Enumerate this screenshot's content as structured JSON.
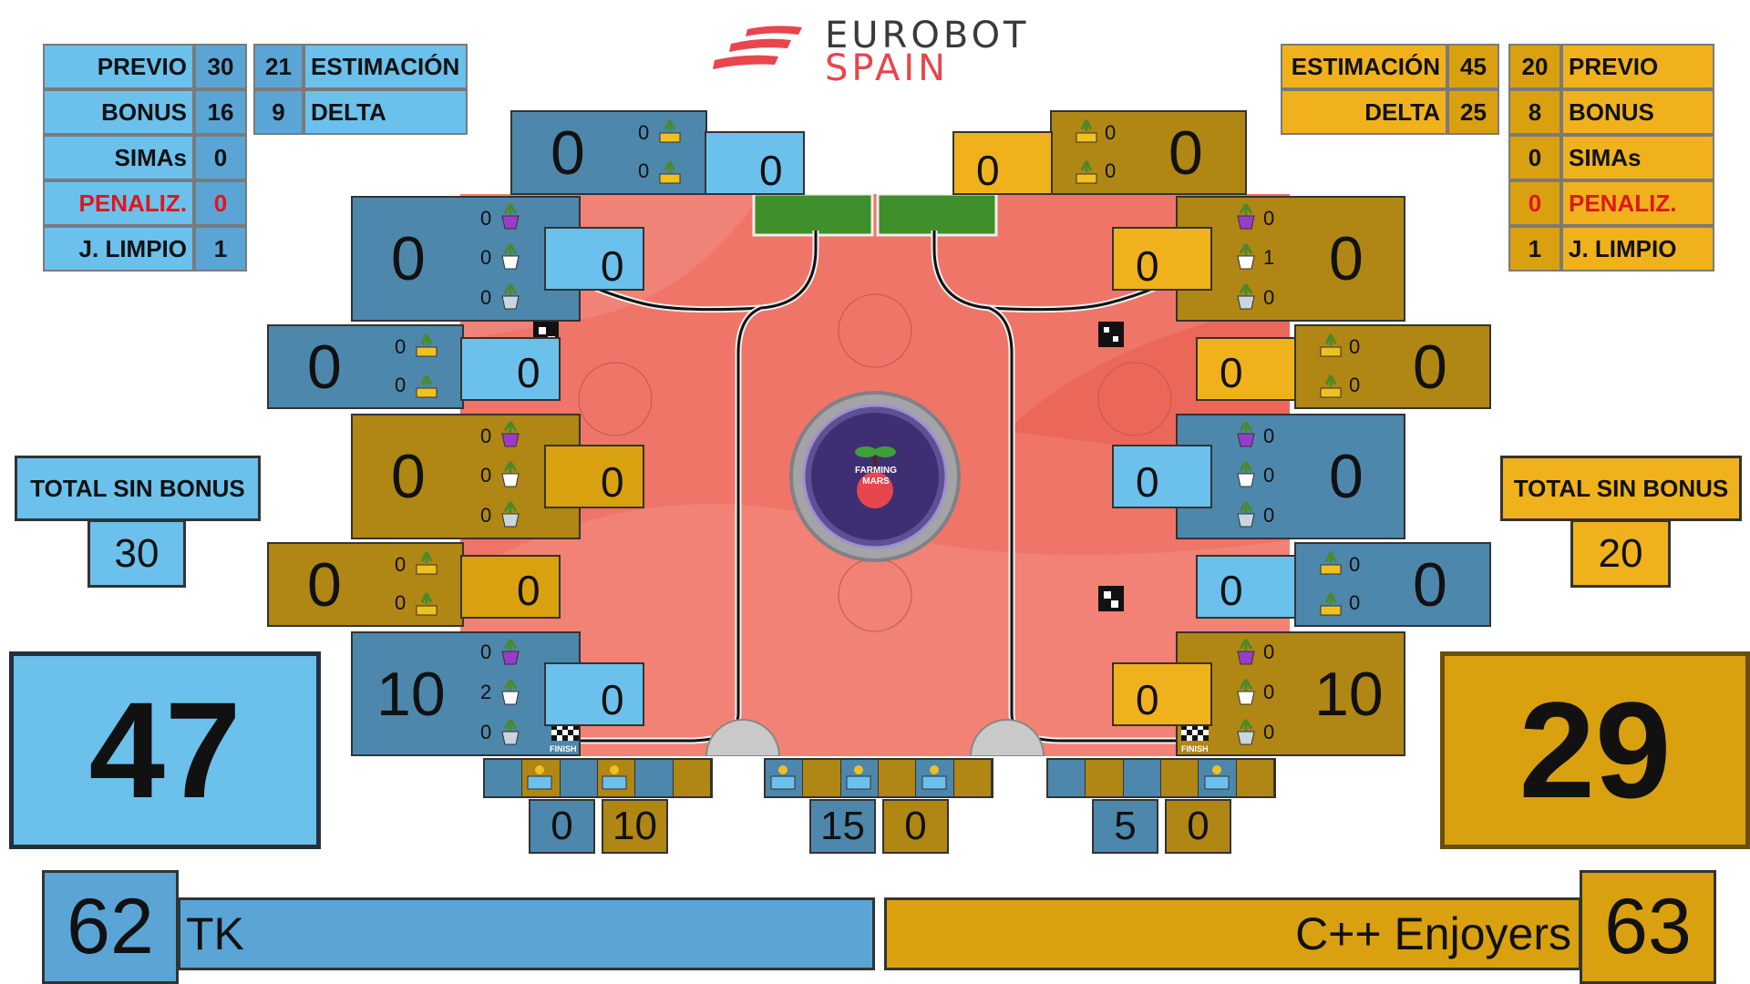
{
  "logo": {
    "line1": "EUROBOT",
    "line2": "SPAIN"
  },
  "blue_stats": {
    "previo_label": "PREVIO",
    "previo": "30",
    "estimacion_label": "ESTIMACIÓN",
    "estimacion": "21",
    "bonus_label": "BONUS",
    "bonus": "16",
    "delta_label": "DELTA",
    "delta": "9",
    "simas_label": "SIMAs",
    "simas": "0",
    "penaliz_label": "PENALIZ.",
    "penaliz": "0",
    "limpio_label": "J. LIMPIO",
    "limpio": "1"
  },
  "yellow_stats": {
    "estimacion_label": "ESTIMACIÓN",
    "estimacion": "45",
    "previo_label": "PREVIO",
    "previo": "20",
    "delta_label": "DELTA",
    "delta": "25",
    "bonus_label": "BONUS",
    "bonus": "8",
    "simas_label": "SIMAs",
    "simas": "0",
    "penaliz_label": "PENALIZ.",
    "penaliz": "0",
    "limpio_label": "J. LIMPIO",
    "limpio": "1"
  },
  "left_zones": {
    "top_planter": {
      "big": "0",
      "small": "0",
      "p1": "0",
      "p2": "0"
    },
    "zone1": {
      "big": "0",
      "small": "0",
      "p1": "0",
      "p2": "0",
      "p3": "0"
    },
    "planter2": {
      "big": "0",
      "small": "0",
      "p1": "0",
      "p2": "0"
    },
    "zone2": {
      "big": "0",
      "small": "0",
      "p1": "0",
      "p2": "0",
      "p3": "0"
    },
    "planter3": {
      "big": "0",
      "small": "0",
      "p1": "0",
      "p2": "0"
    },
    "zone3": {
      "big": "10",
      "small": "0",
      "p1": "0",
      "p2": "2",
      "p3": "0"
    }
  },
  "right_zones": {
    "top_planter": {
      "big": "0",
      "small": "0",
      "p1": "0",
      "p2": "0"
    },
    "zone1": {
      "big": "0",
      "small": "0",
      "p1": "0",
      "p2": "1",
      "p3": "0"
    },
    "planter2": {
      "big": "0",
      "small": "0",
      "p1": "0",
      "p2": "0"
    },
    "zone2": {
      "big": "0",
      "small": "0",
      "p1": "0",
      "p2": "0",
      "p3": "0"
    },
    "planter3": {
      "big": "0",
      "small": "0",
      "p1": "0",
      "p2": "0"
    },
    "zone3": {
      "big": "10",
      "small": "0",
      "p1": "0",
      "p2": "0",
      "p3": "0"
    }
  },
  "total_sin_bonus": {
    "label": "TOTAL SIN BONUS",
    "blue": "30",
    "yellow": "20"
  },
  "main_scores": {
    "blue": "47",
    "yellow": "29"
  },
  "solar": {
    "s1": "0",
    "s2": "10",
    "s3": "15",
    "s4": "0",
    "s5": "5",
    "s6": "0"
  },
  "teams": {
    "blue_name": "TK",
    "blue_number": "62",
    "yellow_name": "C++ Enjoyers",
    "yellow_number": "63"
  },
  "field": {
    "finish_label": "FINISH",
    "center_line1": "FARMING",
    "center_line2": "MARS"
  },
  "colors": {
    "blue": "#6cc0ec",
    "gold": "#f0b21c",
    "field": "#ee7568",
    "penalty": "#e0161a"
  }
}
